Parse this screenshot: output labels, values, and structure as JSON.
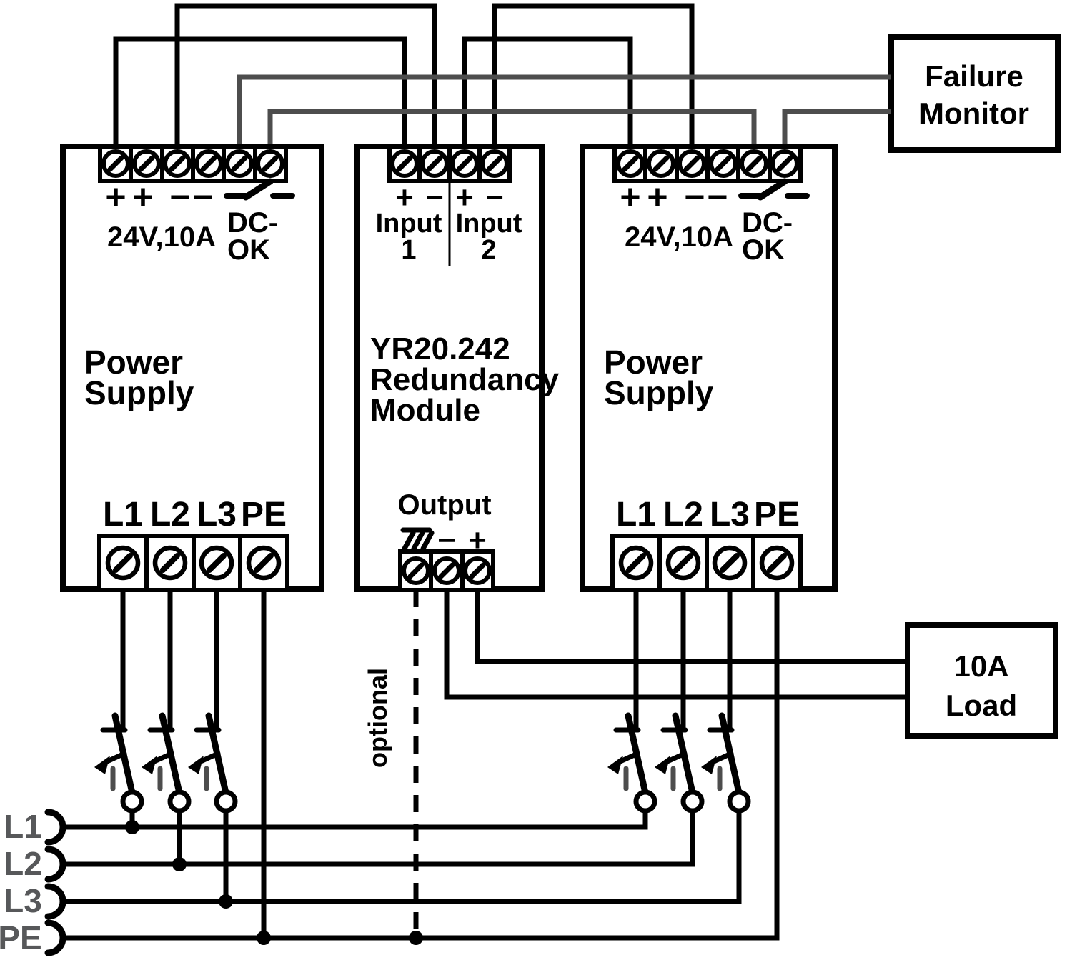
{
  "colors": {
    "wire": "#000000",
    "monitor_wire": "#4d4d4d",
    "bus_label": "#57585a",
    "background": "#ffffff"
  },
  "left_psu": {
    "title": [
      "Power",
      "Supply"
    ],
    "plus": "+",
    "minus": "−",
    "rating": "24V,10A",
    "dc_ok": [
      "DC-",
      "OK"
    ],
    "terminals": [
      "L1",
      "L2",
      "L3",
      "PE"
    ]
  },
  "redundancy_module": {
    "title": [
      "YR20.242",
      "Redundancy",
      "Module"
    ],
    "plus": "+",
    "minus": "−",
    "input1": [
      "Input",
      "1"
    ],
    "input2": [
      "Input",
      "2"
    ],
    "output_label": "Output"
  },
  "right_psu": {
    "title": [
      "Power",
      "Supply"
    ],
    "plus": "+",
    "minus": "−",
    "rating": "24V,10A",
    "dc_ok": [
      "DC-",
      "OK"
    ],
    "terminals": [
      "L1",
      "L2",
      "L3",
      "PE"
    ]
  },
  "failure_monitor": {
    "title": [
      "Failure",
      "Monitor"
    ]
  },
  "load": {
    "title": [
      "10A",
      "Load"
    ]
  },
  "bus_labels": [
    "L1",
    "L2",
    "L3",
    "PE"
  ],
  "optional_label": "optional"
}
